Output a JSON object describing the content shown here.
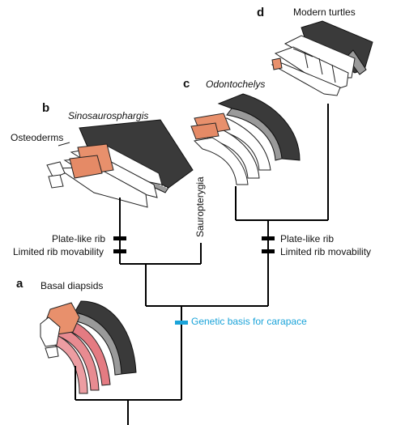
{
  "panels": {
    "a": {
      "letter": "a",
      "name": "Basal diapsids"
    },
    "b": {
      "letter": "b",
      "name": "Sinosaurosphargis"
    },
    "c": {
      "letter": "c",
      "name": "Odontochelys"
    },
    "d": {
      "letter": "d",
      "name": "Modern turtles"
    }
  },
  "labels": {
    "osteoderms": "Osteoderms",
    "sauropterygia": "Sauropterygia",
    "plate_like_rib_left": "Plate-like rib",
    "limited_rib_left": "Limited rib movability",
    "plate_like_rib_right": "Plate-like rib",
    "limited_rib_right": "Limited rib movability",
    "genetic_basis": "Genetic basis for carapace"
  },
  "colors": {
    "tree_line": "#000000",
    "genetic_marker": "#1aa3d9",
    "carapace_dark": "#3a3a3a",
    "carapace_grey": "#8c8c8c",
    "rib_orange": "#e8906c",
    "rib_pink": "#e47b82"
  }
}
